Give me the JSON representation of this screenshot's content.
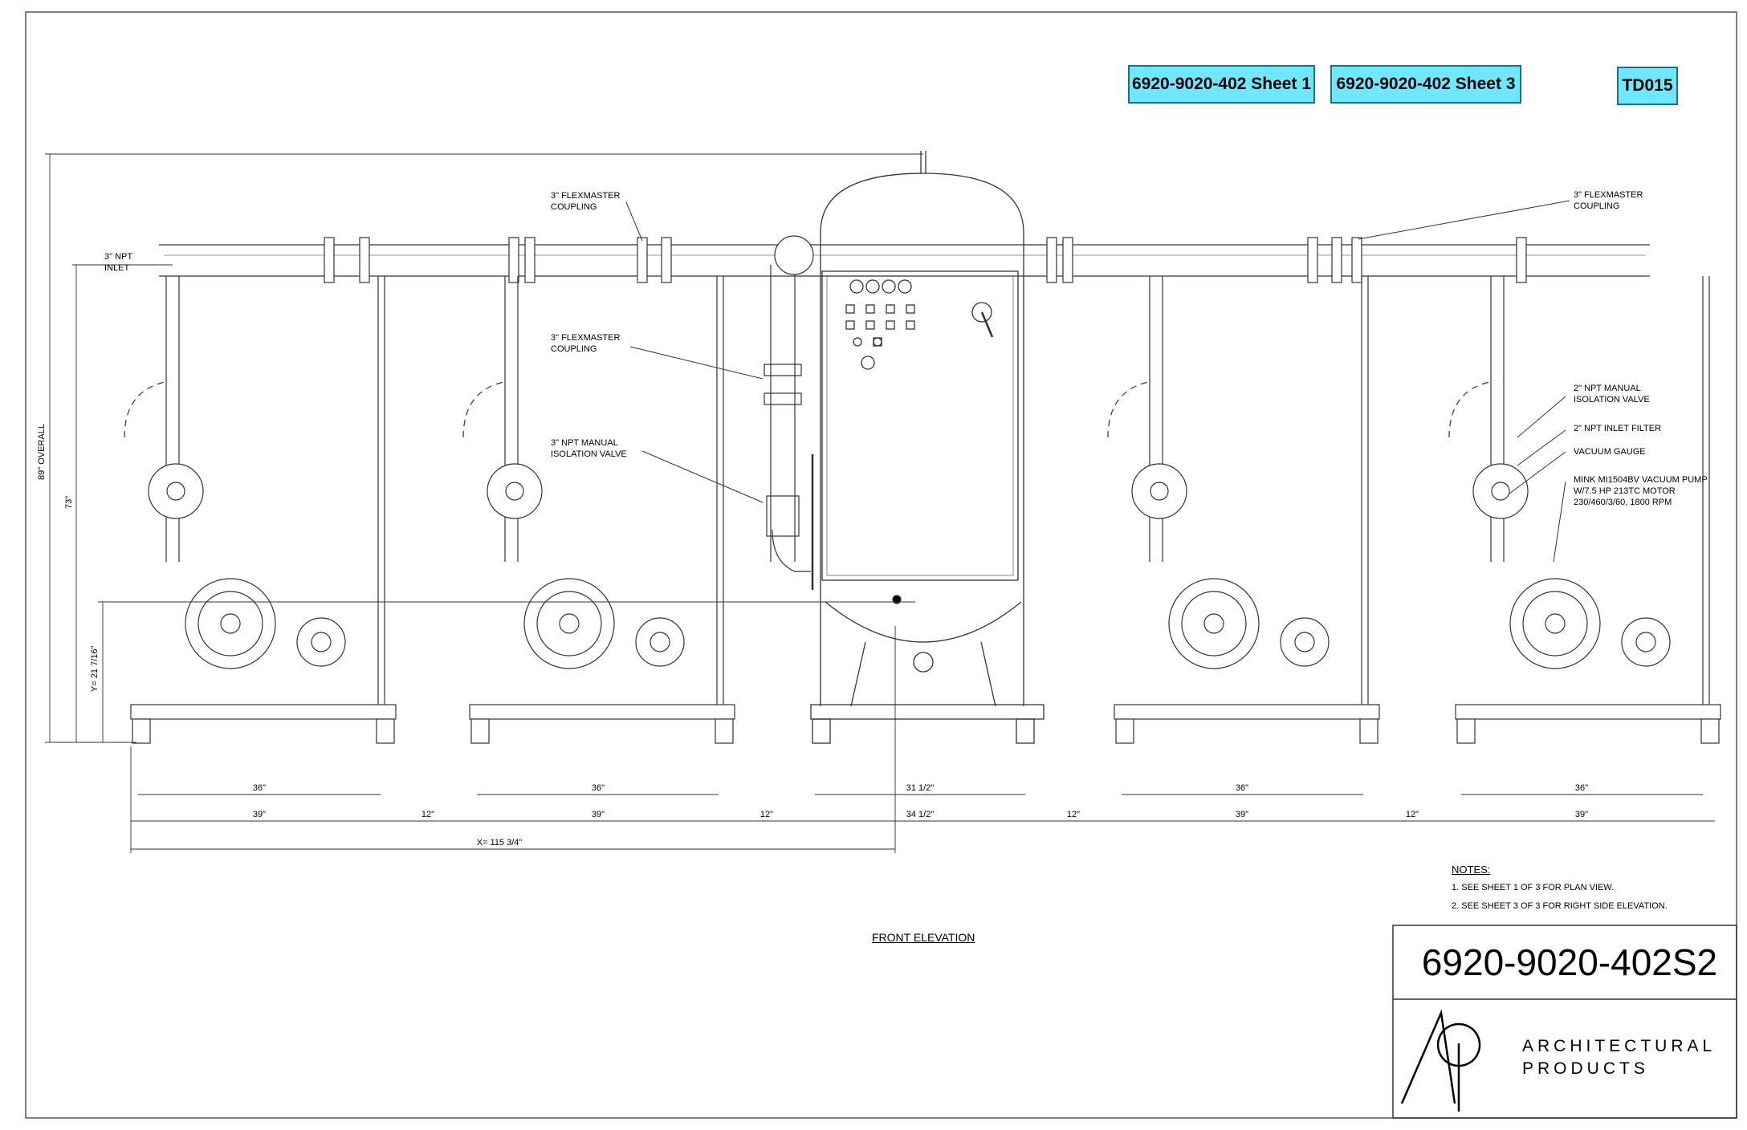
{
  "header": {
    "tags": [
      "6920-9020-402 Sheet 1",
      "6920-9020-402 Sheet 3",
      "TD015"
    ]
  },
  "callouts": {
    "flex_top_left": "3\" FLEXMASTER\nCOUPLING",
    "flex_top_right": "3\" FLEXMASTER\nCOUPLING",
    "flex_mid": "3\" FLEXMASTER\nCOUPLING",
    "npt_iso_valve": "3\" NPT MANUAL\nISOLATION VALVE",
    "npt_inlet": "3\" NPT\nINLET",
    "iso_valve_2": "2\" NPT MANUAL\nISOLATION VALVE",
    "inlet_filter": "2\" NPT INLET FILTER",
    "vacuum_gauge": "VACUUM GAUGE",
    "pump_spec": "MINK MI1504BV VACUUM PUMP\nW/7.5 HP 213TC MOTOR\n230/460/3/60, 1800 RPM"
  },
  "dimensions": {
    "overall_height": "89\" OVERALL",
    "inlet_height": "73\"",
    "y_height": "Y= 21 7/16\"",
    "inner": [
      "36\"",
      "36\"",
      "31 1/2\"",
      "36\"",
      "36\""
    ],
    "outer": [
      "39\"",
      "39\"",
      "34 1/2\"",
      "39\"",
      "39\""
    ],
    "gaps": [
      "12\"",
      "12\"",
      "12\"",
      "12\""
    ],
    "x_dim": "X= 115 3/4\""
  },
  "notes": {
    "title": "NOTES:",
    "items": [
      "1.  SEE SHEET 1 OF 3 FOR PLAN VIEW.",
      "2.  SEE SHEET 3 OF 3 FOR RIGHT SIDE ELEVATION."
    ]
  },
  "view_title": "FRONT ELEVATION",
  "title_block": {
    "drawing_number": "6920-9020-402S2",
    "logo_letters": "Ap",
    "brand_line1": "ARCHITECTURAL",
    "brand_line2": "PRODUCTS"
  }
}
